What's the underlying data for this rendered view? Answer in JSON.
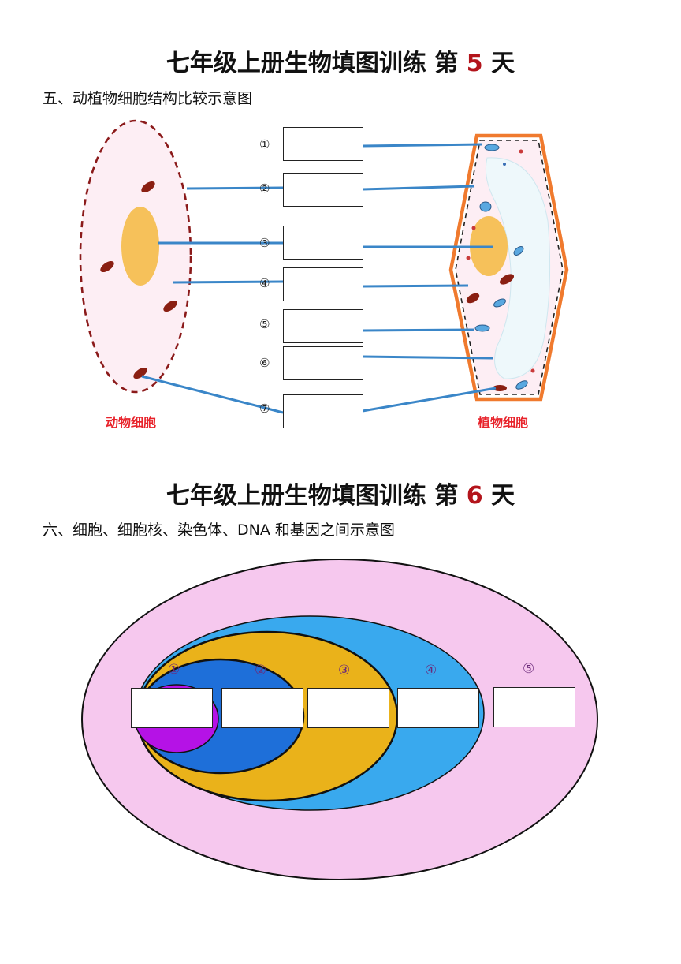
{
  "section5": {
    "title_main": "七年级上册生物填图训练 第",
    "day": "5",
    "title_end": "天",
    "subtitle": "五、动植物细胞结构比较示意图",
    "numbers": [
      "①",
      "②",
      "③",
      "④",
      "⑤",
      "⑥",
      "⑦"
    ],
    "animal_label": "动物细胞",
    "plant_label": "植物细胞"
  },
  "section6": {
    "title_main": "七年级上册生物填图训练 第",
    "day": "6",
    "title_end": "天",
    "subtitle": "六、细胞、细胞核、染色体、DNA 和基因之间示意图",
    "numbers": [
      "①",
      "②",
      "③",
      "④",
      "⑤"
    ]
  },
  "colors": {
    "title_accent": "#b3141b",
    "animal_membrane": "#8b1a1a",
    "animal_fill": "#fdeef4",
    "plant_wall": "#f07a2e",
    "plant_vacuole": "#eef8fb",
    "nucleus": "#f6c15a",
    "organelle_dark": "#8a1f12",
    "organelle_blue": "#59a8e0",
    "connector": "#3a86c8",
    "ellipse_outer": "#f6c8ee",
    "ellipse_blue": "#39a9ee",
    "ellipse_gold": "#eab21a",
    "ellipse_darkblue": "#1e6fd9",
    "ellipse_magenta": "#b512e6"
  }
}
